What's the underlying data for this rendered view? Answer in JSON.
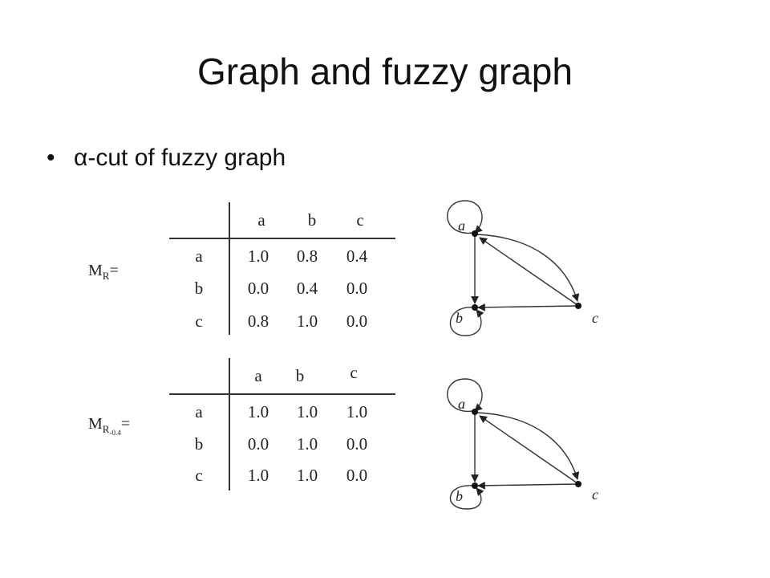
{
  "slide": {
    "title": "Graph and fuzzy graph",
    "bullet": "α-cut of fuzzy graph"
  },
  "matrices": [
    {
      "label_main": "M",
      "label_sub": "R",
      "label_subsub": "",
      "label_suffix": "=",
      "col_headers": [
        "a",
        "b",
        "c"
      ],
      "row_headers": [
        "a",
        "b",
        "c"
      ],
      "cells": [
        [
          "1.0",
          "0.8",
          "0.4"
        ],
        [
          "0.0",
          "0.4",
          "0.0"
        ],
        [
          "0.8",
          "1.0",
          "0.0"
        ]
      ]
    },
    {
      "label_main": "M",
      "label_sub": "R",
      "label_subsub": "-0.4",
      "label_suffix": "=",
      "col_headers": [
        "a",
        "b",
        "c"
      ],
      "row_headers": [
        "a",
        "b",
        "c"
      ],
      "cells": [
        [
          "1.0",
          "1.0",
          "1.0"
        ],
        [
          "0.0",
          "1.0",
          "0.0"
        ],
        [
          "1.0",
          "1.0",
          "0.0"
        ]
      ]
    }
  ],
  "graphs": [
    {
      "node_labels": [
        "a",
        "b",
        "c"
      ]
    },
    {
      "node_labels": [
        "a",
        "b",
        "c"
      ]
    }
  ]
}
